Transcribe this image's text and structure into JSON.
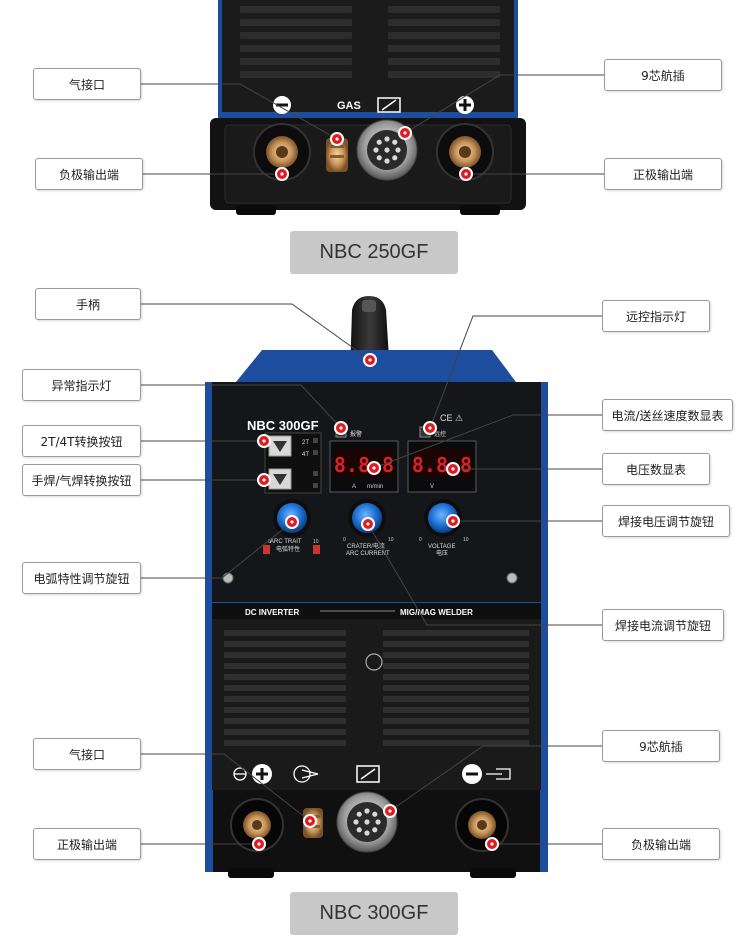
{
  "top_unit": {
    "labels": {
      "gas_inlet": "气接口",
      "nine_pin_socket": "9芯航插",
      "negative_output": "负极输出端",
      "positive_output": "正极输出端"
    },
    "panel_text": {
      "gas": "GAS",
      "minus": "−",
      "plus": "+"
    },
    "model": "NBC 250GF"
  },
  "bottom_unit": {
    "labels": {
      "handle": "手柄",
      "remote_indicator": "远控指示灯",
      "abnormal_indicator": "异常指示灯",
      "current_display": "电流/送丝速度数显表",
      "mode_2t4t_button": "2T/4T转换按钮",
      "voltage_display": "电压数显表",
      "weld_type_button": "手焊/气焊转换按钮",
      "voltage_knob": "焊接电压调节旋钮",
      "arc_knob": "电弧特性调节旋钮",
      "current_knob": "焊接电流调节旋钮",
      "gas_inlet": "气接口",
      "nine_pin_socket": "9芯航插",
      "positive_output": "正极输出端",
      "negative_output": "负极输出端"
    },
    "panel_text": {
      "model_badge": "NBC 300GF",
      "mode_2t": "2T",
      "mode_4t": "4T",
      "unit_a": "A",
      "unit_m_min": "m/min",
      "unit_v": "V",
      "display_current": "8.8.8",
      "display_voltage": "8.8.8",
      "knob_arc": "ARC TRAIT",
      "knob_arc_cn": "电弧特性",
      "knob_current": "CRATER/电流",
      "knob_current_2": "ARC CURRENT",
      "knob_voltage": "VOLTAGE",
      "knob_voltage_cn": "电压",
      "scale_min": "0",
      "scale_max": "10",
      "dc_inverter": "DC INVERTER",
      "mig_mag": "MIG/MAG WELDER",
      "ce_marks": "CE ⚠",
      "alarm_text": "报警",
      "remote_text": "远控"
    },
    "model": "NBC 300GF"
  },
  "colors": {
    "marker_red": "#e11b22",
    "knob_blue": "#1b6fd1",
    "body_blue": "#1c4d9e",
    "body_black": "#1b1b1b",
    "display_red": "#e02020"
  }
}
